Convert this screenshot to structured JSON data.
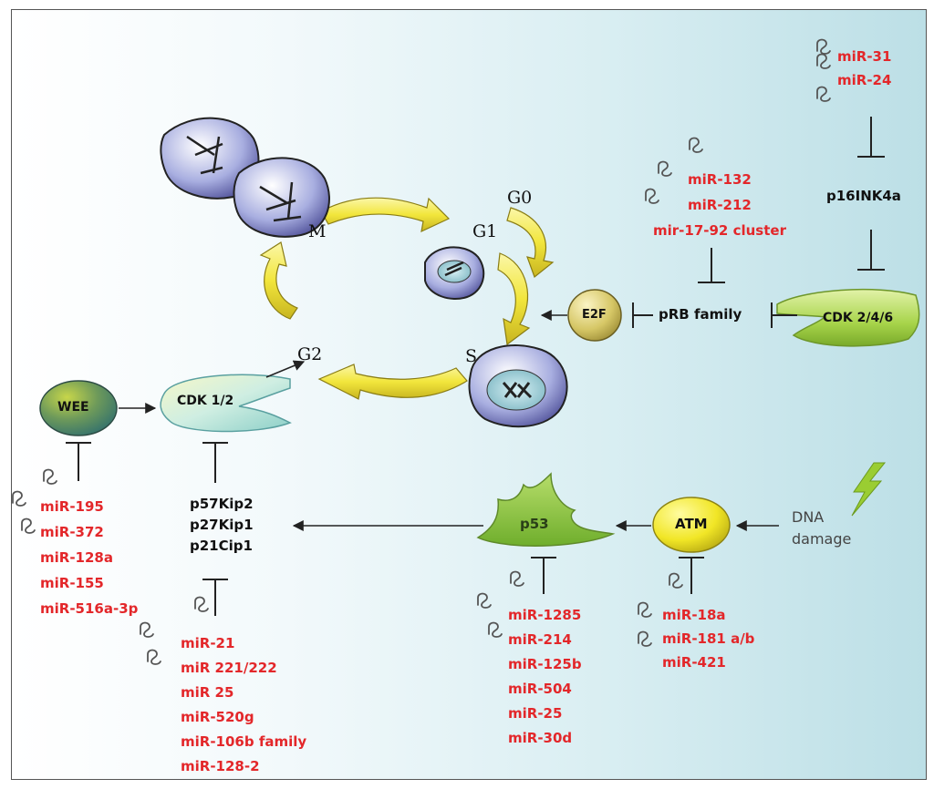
{
  "phases": {
    "m": "M",
    "g1": "G1",
    "g0": "G0",
    "s": "S",
    "g2": "G2"
  },
  "proteins": {
    "wee": "WEE",
    "cdk12": "CDK  1/2",
    "e2f": "E2F",
    "prb": "pRB family",
    "cdk246": "CDK 2/4/6",
    "p16": "p16INK4a",
    "p53": "p53",
    "atm": "ATM",
    "cki": [
      "p57Kip2",
      "p27Kip1",
      "p21Cip1"
    ]
  },
  "dna_damage": [
    "DNA",
    "damage"
  ],
  "mirna_groups": {
    "p16": [
      "miR-31",
      "miR-24"
    ],
    "prb": [
      "miR-132",
      "miR-212",
      "mir-17-92 cluster"
    ],
    "wee": [
      "miR-195",
      "miR-372",
      "miR-128a",
      "miR-155",
      "miR-516a-3p"
    ],
    "cki": [
      "miR-21",
      "miR 221/222",
      "miR 25",
      "miR-520g",
      "miR-106b family",
      "miR-128-2"
    ],
    "p53": [
      "miR-1285",
      "miR-214",
      "miR-125b",
      "miR-504",
      "miR-25",
      "miR-30d"
    ],
    "atm": [
      "miR-18a",
      "miR-181 a/b",
      "miR-421"
    ]
  },
  "colors": {
    "mirna_text": "#e3272a",
    "cycle_arrow": "#f2e63c",
    "cdk_green": "#9ccc3c",
    "p53_green": "#8cc63f",
    "atm_yellow": "#f4ec2a",
    "lightning": "#9acd32",
    "cell_blue": "#4a4a9a"
  }
}
